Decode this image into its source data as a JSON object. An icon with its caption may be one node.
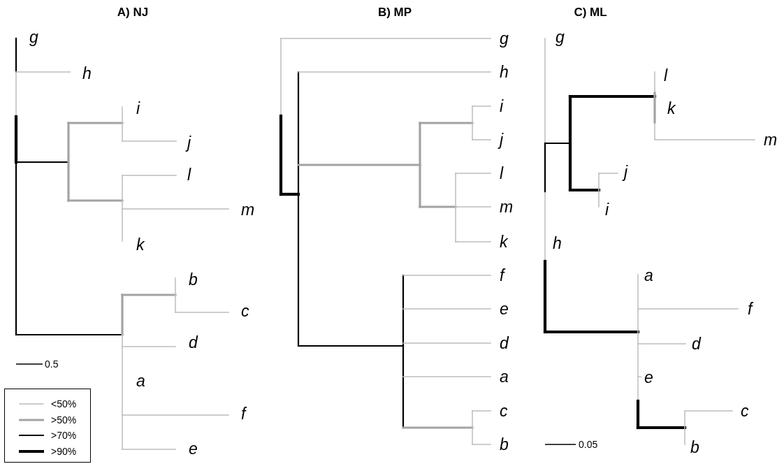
{
  "diagram": {
    "labels": [
      "A) NJ",
      "g",
      "h",
      "i",
      "j",
      "l",
      "m",
      "k",
      "b",
      "c",
      "d",
      "a",
      "f",
      "e",
      "0.5",
      "B) MP",
      "g",
      "h",
      "i",
      "j",
      "l",
      "m",
      "k",
      "f",
      "e",
      "d",
      "a",
      "c",
      "b",
      "C) ML",
      "g",
      "l",
      "k",
      "m",
      "j",
      "i",
      "h",
      "a",
      "f",
      "d",
      "e",
      "c",
      "b",
      "0.05"
    ],
    "legend": [
      {
        "text": "<50%"
      },
      {
        "text": ">50%"
      },
      {
        "text": ">70%"
      },
      {
        "text": ">90%"
      }
    ]
  }
}
